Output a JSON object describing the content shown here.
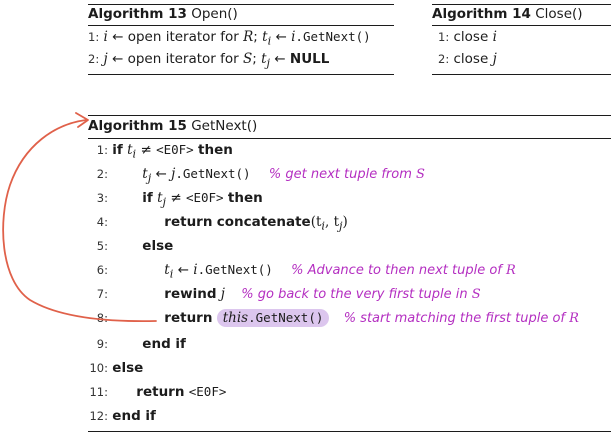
{
  "algo13": {
    "label": "Algorithm 13",
    "name": "Open()",
    "lines": [
      {
        "num": "1:",
        "pre": "",
        "var": "i",
        "mid": " ← open iterator for ",
        "set": "R",
        "sep": "; ",
        "t": "t",
        "sub": "i",
        "arrow": " ← ",
        "obj": "i",
        "call": ".GetNext()"
      },
      {
        "num": "2:",
        "pre": "",
        "var": "j",
        "mid": " ← open iterator for ",
        "set": "S",
        "sep": "; ",
        "t": "t",
        "sub": "j",
        "arrow": " ← ",
        "null": "NULL"
      }
    ]
  },
  "algo14": {
    "label": "Algorithm 14",
    "name": "Close()",
    "lines": [
      {
        "num": "1:",
        "text": "close ",
        "var": "i"
      },
      {
        "num": "2:",
        "text": "close ",
        "var": "j"
      }
    ]
  },
  "algo15": {
    "label": "Algorithm 15",
    "name": "GetNext()",
    "l1": {
      "num": "1:",
      "if": "if",
      "t": "t",
      "sub": "i",
      "neq": " ≠ ",
      "eof": "<E0F>",
      "then": "then"
    },
    "l2": {
      "num": "2:",
      "t": "t",
      "sub": "j",
      "arrow": " ← ",
      "obj": "j",
      "call": ".GetNext()",
      "comment": "% get next tuple from ",
      "cvar": "S"
    },
    "l3": {
      "num": "3:",
      "if": "if",
      "t": "t",
      "sub": "j",
      "neq": " ≠ ",
      "eof": "<E0F>",
      "then": "then"
    },
    "l4": {
      "num": "4:",
      "ret": "return",
      "fn": "concatenate",
      "args": "(t",
      "a1": "i",
      "comma": ", t",
      "a2": "j",
      "close": ")"
    },
    "l5": {
      "num": "5:",
      "else": "else"
    },
    "l6": {
      "num": "6:",
      "t": "t",
      "sub": "i",
      "arrow": " ← ",
      "obj": "i",
      "call": ".GetNext()",
      "comment": "% Advance to then next tuple of ",
      "cvar": "R"
    },
    "l7": {
      "num": "7:",
      "rewind": "rewind",
      "var": "j",
      "comment": "% go back to the very first tuple in ",
      "cvar": "S"
    },
    "l8": {
      "num": "8:",
      "ret": "return",
      "this": "this",
      "call": ".GetNext()",
      "comment": "% start matching the first tuple of ",
      "cvar": "R"
    },
    "l9": {
      "num": "9:",
      "text": "end if"
    },
    "l10": {
      "num": "10:",
      "text": "else"
    },
    "l11": {
      "num": "11:",
      "ret": "return",
      "eof": "<E0F>"
    },
    "l12": {
      "num": "12:",
      "text": "end if"
    }
  },
  "colors": {
    "annotation": "#e0614a",
    "comment": "#b42fc1",
    "highlight": "#dcc6ee"
  }
}
